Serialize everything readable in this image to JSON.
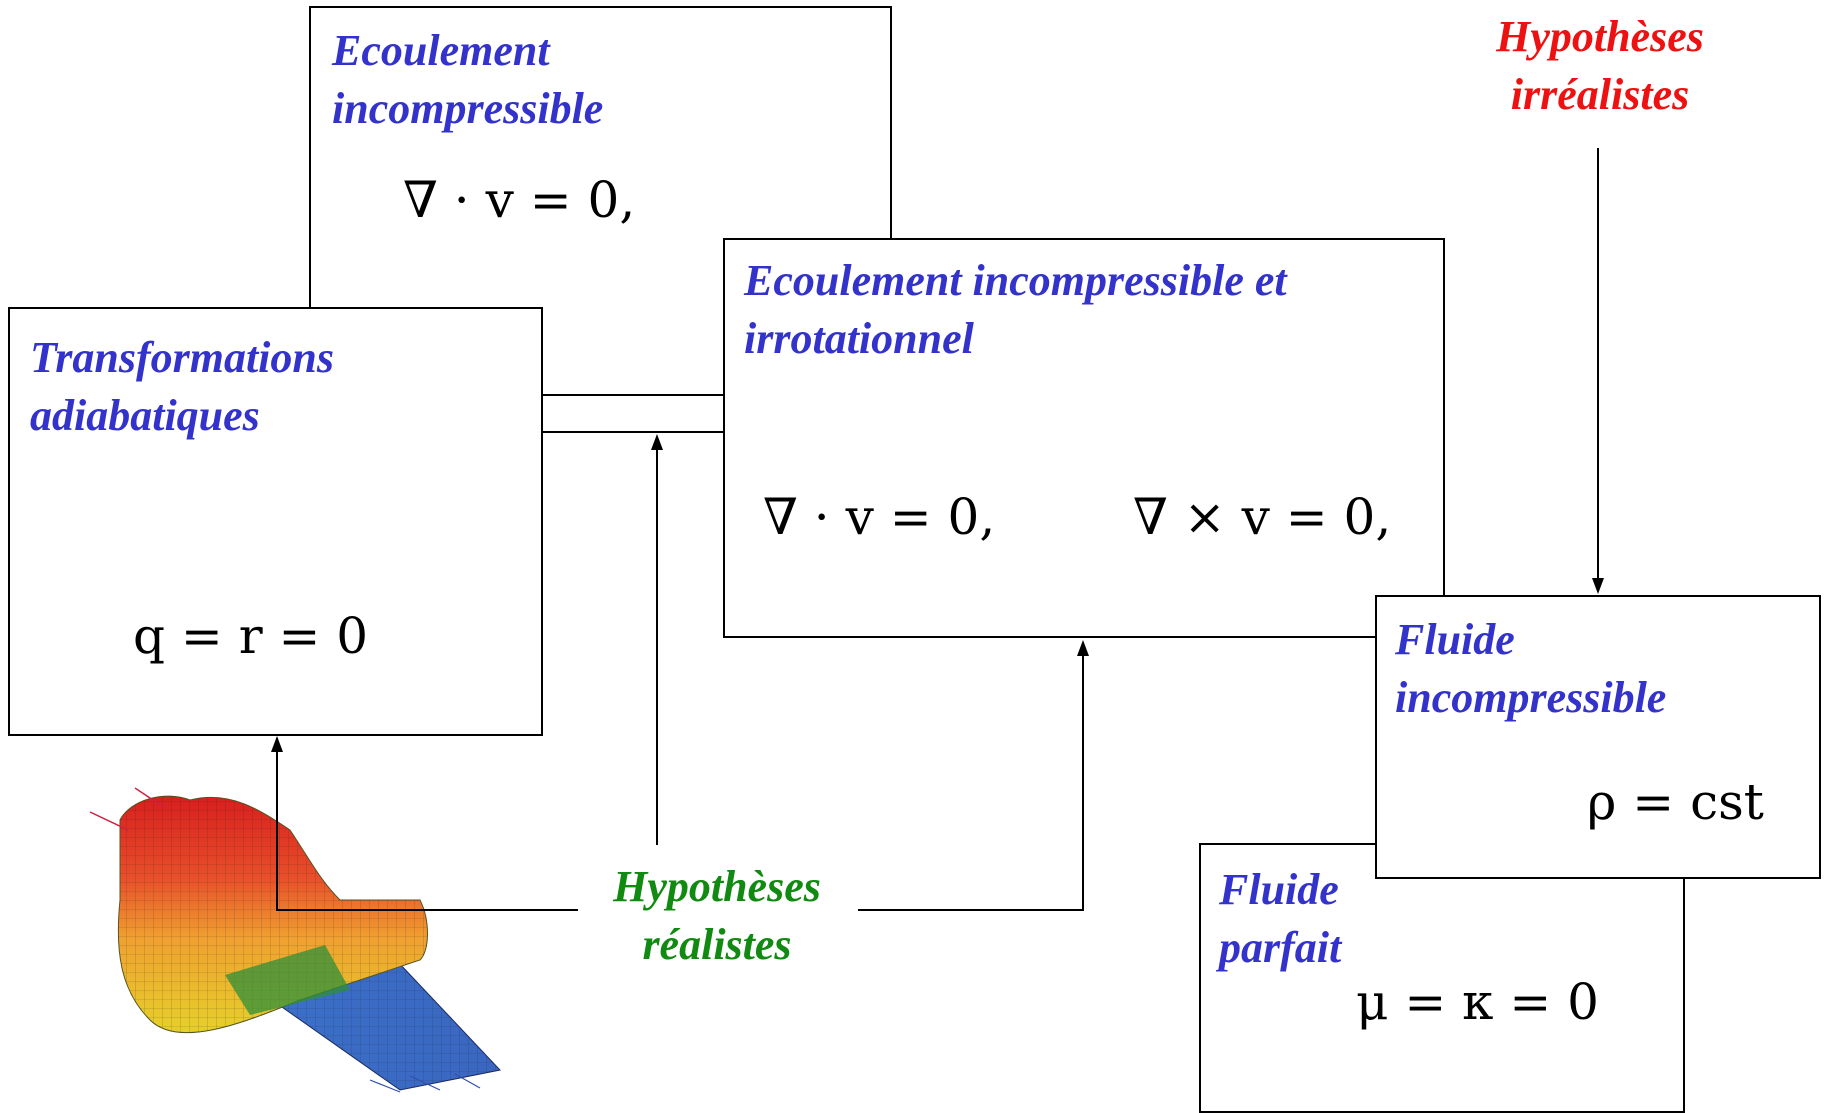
{
  "colors": {
    "title_blue": "#3333cc",
    "realistic_green": "#118a11",
    "unrealistic_red": "#ee1111",
    "line": "#000000"
  },
  "boxes": {
    "incompressible_flow": {
      "title": "Ecoulement\nincompressible",
      "equation": "∇ · v = 0,"
    },
    "adiabatic": {
      "title": "Transformations\nadiabatiques",
      "equation": "q = r = 0"
    },
    "incompressible_irrotational": {
      "title": "Ecoulement incompressible et\nirrotationnel",
      "equation_div": "∇ · v = 0,",
      "equation_curl": "∇ × v = 0,"
    },
    "incompressible_fluid": {
      "title": "Fluide\nincompressible",
      "equation": "ρ = cst"
    },
    "perfect_fluid": {
      "title": "Fluide\nparfait",
      "equation": "μ = κ = 0"
    }
  },
  "labels": {
    "realistic": "Hypothèses\nréalistes",
    "unrealistic": "Hypothèses\nirréalistes"
  },
  "image": {
    "icon": "flow-simulation-mesh"
  }
}
